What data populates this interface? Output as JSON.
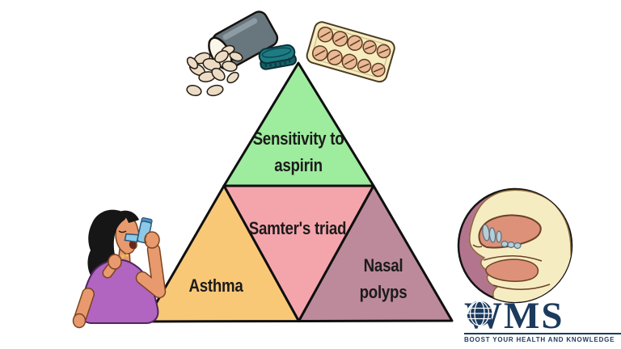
{
  "pyramid": {
    "top": {
      "label": "Sensitivity to aspirin",
      "color": "#9eec9e"
    },
    "middle": {
      "label": "Samter's triad",
      "color": "#f4a5ac"
    },
    "bottom_left": {
      "label": "Asthma",
      "color": "#f9c877"
    },
    "bottom_right": {
      "label": "Nasal polyps",
      "color": "#bd8a9b"
    },
    "outline_color": "#0f0f0f",
    "label_color": "#1b1b1b"
  },
  "icons": {
    "pill_bottle": "spilled-pill-bottle",
    "blister_pack": "aspirin-blister-pack",
    "inhaler_woman": "woman-using-inhaler",
    "nasal_anatomy": "nasal-polyps-cross-section"
  },
  "logo": {
    "word_start": "W",
    "word_end": "MS",
    "tagline": "BOOST YOUR HEALTH AND KNOWLEDGE",
    "brand_color": "#1b3a5e"
  }
}
